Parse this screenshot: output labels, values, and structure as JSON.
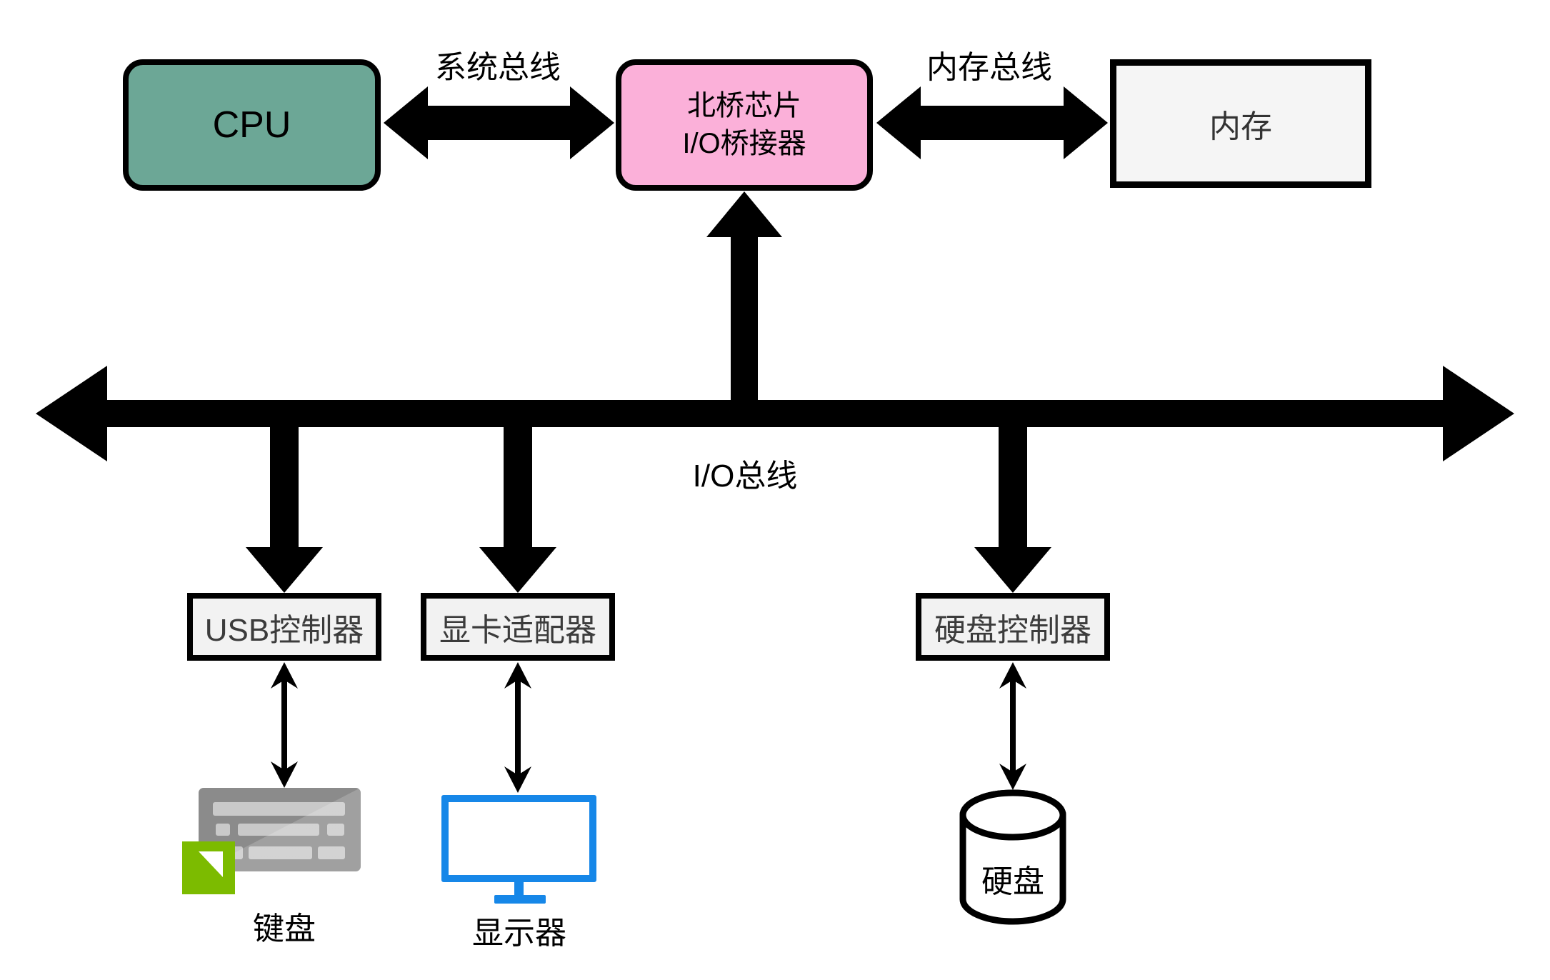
{
  "diagram": {
    "nodes": {
      "cpu": {
        "label": "CPU",
        "fill": "#6CA796"
      },
      "northbridge": {
        "line1": "北桥芯片",
        "line2": "I/O桥接器",
        "fill": "#FBB0D9"
      },
      "memory": {
        "label": "内存",
        "fill": "#F5F5F5"
      },
      "usb_controller": {
        "label": "USB控制器",
        "fill": "#F2F2F2"
      },
      "graphics_adapter": {
        "label": "显卡适配器",
        "fill": "#F2F2F2"
      },
      "disk_controller": {
        "label": "硬盘控制器",
        "fill": "#F2F2F2"
      },
      "hard_disk": {
        "label": "硬盘"
      }
    },
    "bus_labels": {
      "system_bus": "系统总线",
      "memory_bus": "内存总线",
      "io_bus": "I/O总线"
    },
    "peripheral_labels": {
      "keyboard": "键盘",
      "monitor": "显示器"
    },
    "colors": {
      "arrow": "#000000",
      "background": "#FFFFFF",
      "cpu_teal": "#6CA796",
      "northbridge_pink": "#FBB0D9",
      "box_gray": "#F2F2F2",
      "monitor_blue": "#1687E8",
      "keyboard_body_gray": "#8B8B8B",
      "keyboard_key_gray": "#C9C9C9",
      "keyboard_badge_green": "#7CBB00"
    }
  }
}
